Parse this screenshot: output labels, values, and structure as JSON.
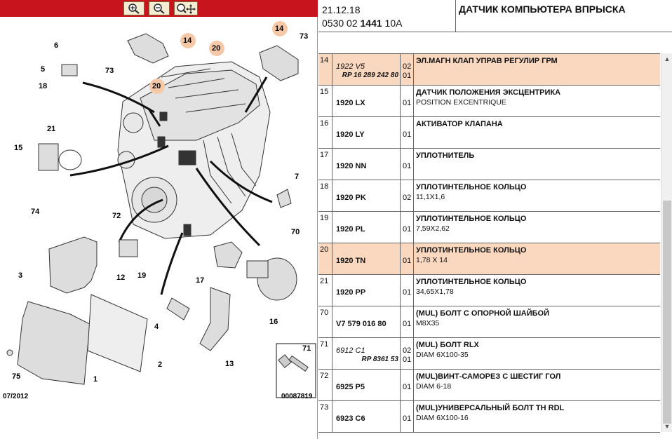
{
  "toolbar": {
    "buttons": [
      {
        "name": "zoom-in-icon"
      },
      {
        "name": "zoom-out-icon"
      },
      {
        "name": "zoom-move-icon"
      }
    ]
  },
  "diagram": {
    "date_code": "07/2012",
    "ref_code": "00087819",
    "callouts": [
      "6",
      "5",
      "18",
      "73",
      "14",
      "20",
      "20",
      "14",
      "73",
      "21",
      "15",
      "7",
      "74",
      "72",
      "70",
      "3",
      "12",
      "19",
      "17",
      "16",
      "4",
      "1",
      "2",
      "13",
      "75",
      "71"
    ],
    "highlighted": [
      "14",
      "20",
      "20",
      "14"
    ]
  },
  "header": {
    "date": "21.12.18",
    "code_prefix": "0530 02",
    "code_bold": "1441",
    "code_suffix": "10A",
    "title": "ДАТЧИК КОМПЬЮТЕРА ВПРЫСКА"
  },
  "rows": [
    {
      "num": "14",
      "ref_it": "1922 V5",
      "ref_sub": "RP 16 289 242 80",
      "ver_a": "02",
      "ver_b": "01",
      "title": "ЭЛ.МАГН КЛАП УПРАВ РЕГУЛИР ГРМ",
      "sub": "",
      "hl": true
    },
    {
      "num": "15",
      "ref": "1920 LX",
      "ver": "01",
      "title": "ДАТЧИК ПОЛОЖЕНИЯ ЭКСЦЕНТРИКА",
      "sub": "POSITION EXCENTRIQUE",
      "hl": false
    },
    {
      "num": "16",
      "ref": "1920 LY",
      "ver": "01",
      "title": "АКТИВАТОР КЛАПАНА",
      "sub": "",
      "hl": false
    },
    {
      "num": "17",
      "ref": "1920 NN",
      "ver": "01",
      "title": "УПЛОТНИТЕЛЬ",
      "sub": "",
      "hl": false
    },
    {
      "num": "18",
      "ref": "1920 PK",
      "ver": "02",
      "title": "УПЛОТИНТЕЛЬНОЕ КОЛЬЦО",
      "sub": "11,1X1,6",
      "hl": false
    },
    {
      "num": "19",
      "ref": "1920 PL",
      "ver": "01",
      "title": "УПЛОТИНТЕЛЬНОЕ КОЛЬЦО",
      "sub": "7,59X2,62",
      "hl": false
    },
    {
      "num": "20",
      "ref": "1920 TN",
      "ver": "01",
      "title": "УПЛОТИНТЕЛЬНОЕ КОЛЬЦО",
      "sub": "1,78 X 14",
      "hl": true
    },
    {
      "num": "21",
      "ref": "1920 PP",
      "ver": "01",
      "title": "УПЛОТИНТЕЛЬНОЕ КОЛЬЦО",
      "sub": "34,65X1,78",
      "hl": false
    },
    {
      "num": "70",
      "ref": "V7 579 016 80",
      "ver": "01",
      "title": "(MUL) БОЛТ С ОПОРНОЙ ШАЙБОЙ",
      "sub": "M8X35",
      "hl": false
    },
    {
      "num": "71",
      "ref_it": "6912 C1",
      "ref_sub": "RP 8361 53",
      "ver_a": "02",
      "ver_b": "01",
      "title": "(MUL) БОЛТ RLX",
      "sub": "DIAM 6X100-35",
      "hl": false
    },
    {
      "num": "72",
      "ref": "6925 P5",
      "ver": "01",
      "title": "(MUL)ВИНТ-САМОРЕЗ С ШЕСТИГ ГОЛ",
      "sub": "DIAM 6-18",
      "hl": false
    },
    {
      "num": "73",
      "ref": "6923 C6",
      "ver": "01",
      "title": "(MUL)УНИВЕРСАЛЬНЫЙ БОЛТ TH RDL",
      "sub": "DIAM 6X100-16",
      "hl": false
    }
  ],
  "colors": {
    "toolbar": "#c8141c",
    "highlight_row": "#fad8c0",
    "highlight_circle": "#f5c8a8"
  }
}
